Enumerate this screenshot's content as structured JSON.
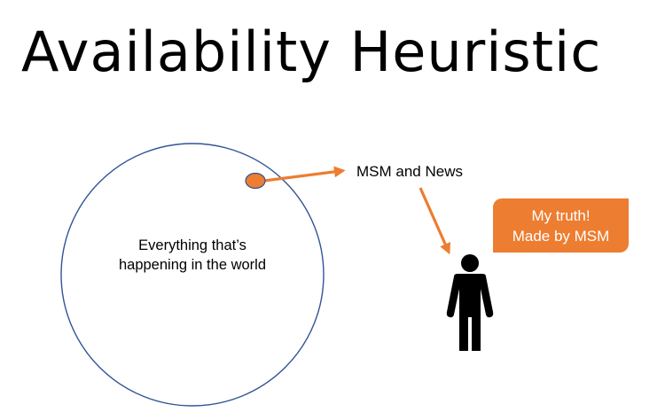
{
  "title": "Availability Heuristic",
  "diagram": {
    "world_circle": {
      "label_line1": "Everything that’s",
      "label_line2": "happening in the world",
      "stroke_color": "#2f5597"
    },
    "media_dot": {
      "fill_color": "#ed7d31",
      "stroke_color": "#2f5597"
    },
    "media_label": "MSM and News",
    "arrow_color": "#ed7d31",
    "person_icon": "person-icon",
    "callout": {
      "line1": "My truth!",
      "line2": "Made by MSM",
      "background_color": "#ed7d31",
      "text_color": "#ffffff"
    }
  }
}
